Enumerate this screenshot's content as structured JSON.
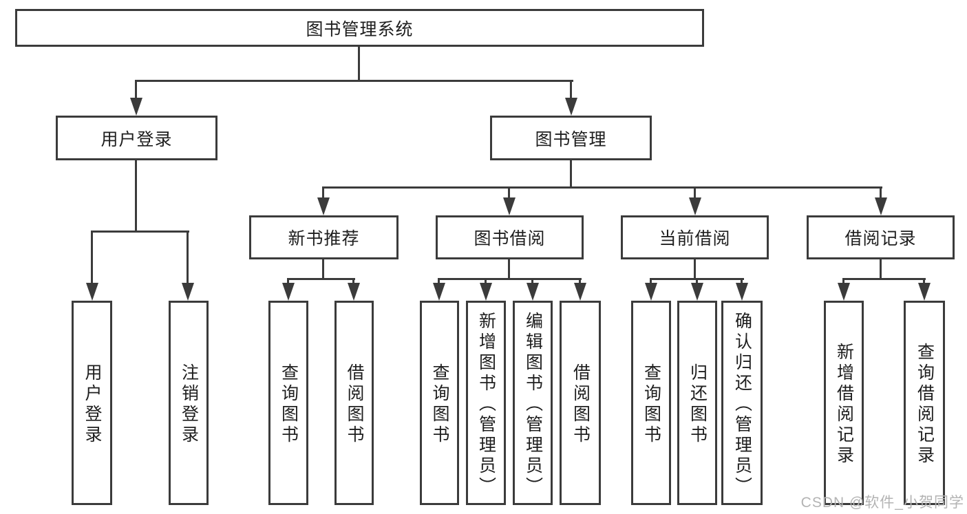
{
  "diagram": {
    "type": "hierarchy",
    "colors": {
      "line": "#3b3b3b",
      "text": "#1e1e1e",
      "watermark": "#b3b3b3",
      "background": "#ffffff"
    }
  },
  "nodes": {
    "root": {
      "label": "图书管理系统"
    },
    "level2": [
      {
        "label": "用户登录"
      },
      {
        "label": "图书管理"
      }
    ],
    "level3": [
      {
        "label": "新书推荐"
      },
      {
        "label": "图书借阅"
      },
      {
        "label": "当前借阅"
      },
      {
        "label": "借阅记录"
      }
    ],
    "leaves": [
      {
        "label": "用户登录"
      },
      {
        "label": "注销登录"
      },
      {
        "label": "查询图书"
      },
      {
        "label": "借阅图书"
      },
      {
        "label": "查询图书"
      },
      {
        "label": "新增图书（管理员）"
      },
      {
        "label": "编辑图书（管理员）"
      },
      {
        "label": "借阅图书"
      },
      {
        "label": "查询图书"
      },
      {
        "label": "归还图书"
      },
      {
        "label": "确认归还（管理员）"
      },
      {
        "label": "新增借阅记录"
      },
      {
        "label": "查询借阅记录"
      }
    ]
  },
  "watermark": {
    "text": "CSDN @软件_小贺同学"
  }
}
